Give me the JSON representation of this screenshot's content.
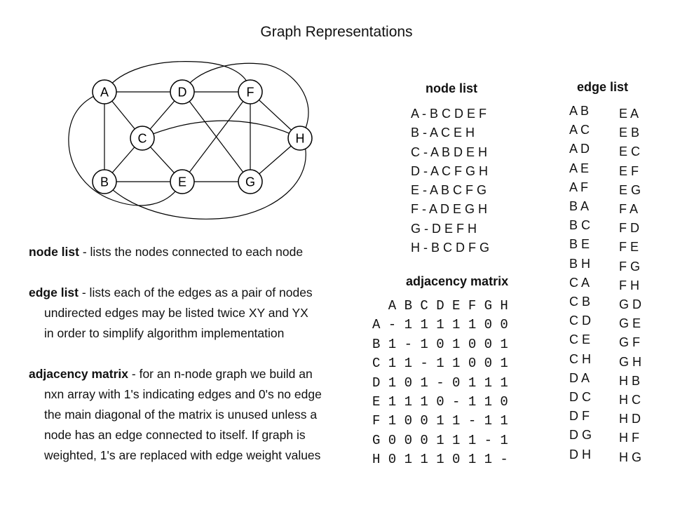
{
  "title": "Graph Representations",
  "graph": {
    "nodes": [
      "A",
      "D",
      "F",
      "C",
      "H",
      "B",
      "E",
      "G"
    ]
  },
  "node_list": {
    "heading": "node list",
    "lines": [
      "A - B C D E F",
      "B - A C E H",
      "C - A B D E H",
      "D - A C F G H",
      "E - A B C F G",
      "F - A D E G H",
      "G - D E F H",
      "H - B C D F G"
    ]
  },
  "edge_list": {
    "heading": "edge list",
    "col1": [
      "A B",
      "A C",
      "A D",
      "A E",
      "A F",
      "B A",
      "B C",
      "B E",
      "B H",
      "C A",
      "C B",
      "C D",
      "C E",
      "C H",
      "D A",
      "D C",
      "D F",
      "D G",
      "D H"
    ],
    "col2": [
      "E A",
      "E B",
      "E C",
      "E F",
      "E G",
      "F A",
      "F D",
      "F E",
      "F G",
      "F H",
      "G D",
      "G E",
      "G F",
      "G H",
      "H B",
      "H C",
      "H D",
      "H F",
      "H G"
    ]
  },
  "adjacency_matrix": {
    "heading": "adjacency matrix",
    "rows": [
      "  A B C D E F G H",
      "A - 1 1 1 1 1 0 0",
      "B 1 - 1 0 1 0 0 1",
      "C 1 1 - 1 1 0 0 1",
      "D 1 0 1 - 0 1 1 1",
      "E 1 1 1 0 - 1 1 0",
      "F 1 0 0 1 1 - 1 1",
      "G 0 0 0 1 1 1 - 1",
      "H 0 1 1 1 0 1 1 -"
    ]
  },
  "description": {
    "node_list_term": "node list",
    "node_list_text": " - lists the nodes connected to each node",
    "edge_list_term": "edge list",
    "edge_list_text": " - lists each of the edges as a pair of nodes",
    "edge_list_line2": "undirected edges may be listed twice XY and YX",
    "edge_list_line3": "in order to simplify algorithm implementation",
    "adj_term": "adjacency matrix",
    "adj_text": " - for an n-node graph we build an",
    "adj_line2": "nxn array with 1's indicating edges and 0's no edge",
    "adj_line3": "the main diagonal of the matrix is unused unless a",
    "adj_line4": "node has an edge connected to itself.  If graph is",
    "adj_line5": "weighted, 1's are replaced with edge weight values"
  }
}
